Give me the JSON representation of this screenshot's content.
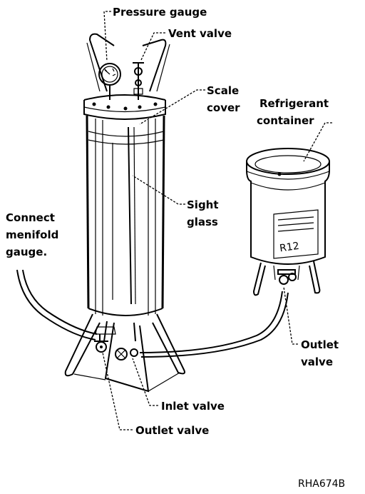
{
  "labels": {
    "pressure_gauge": "Pressure gauge",
    "vent_valve": "Vent valve",
    "scale_cover_line1": "Scale",
    "scale_cover_line2": "cover",
    "refrigerant_line1": "Refrigerant",
    "refrigerant_line2": "container",
    "sight_glass_line1": "Sight",
    "sight_glass_line2": "glass",
    "connect_line1": "Connect",
    "connect_line2": "menifold",
    "connect_line3": "gauge.",
    "outlet_valve_right_line1": "Outlet",
    "outlet_valve_right_line2": "valve",
    "inlet_valve": "Inlet valve",
    "outlet_valve_bottom": "Outlet valve",
    "figure_code": "RHA674B"
  },
  "container_marking": "R12"
}
